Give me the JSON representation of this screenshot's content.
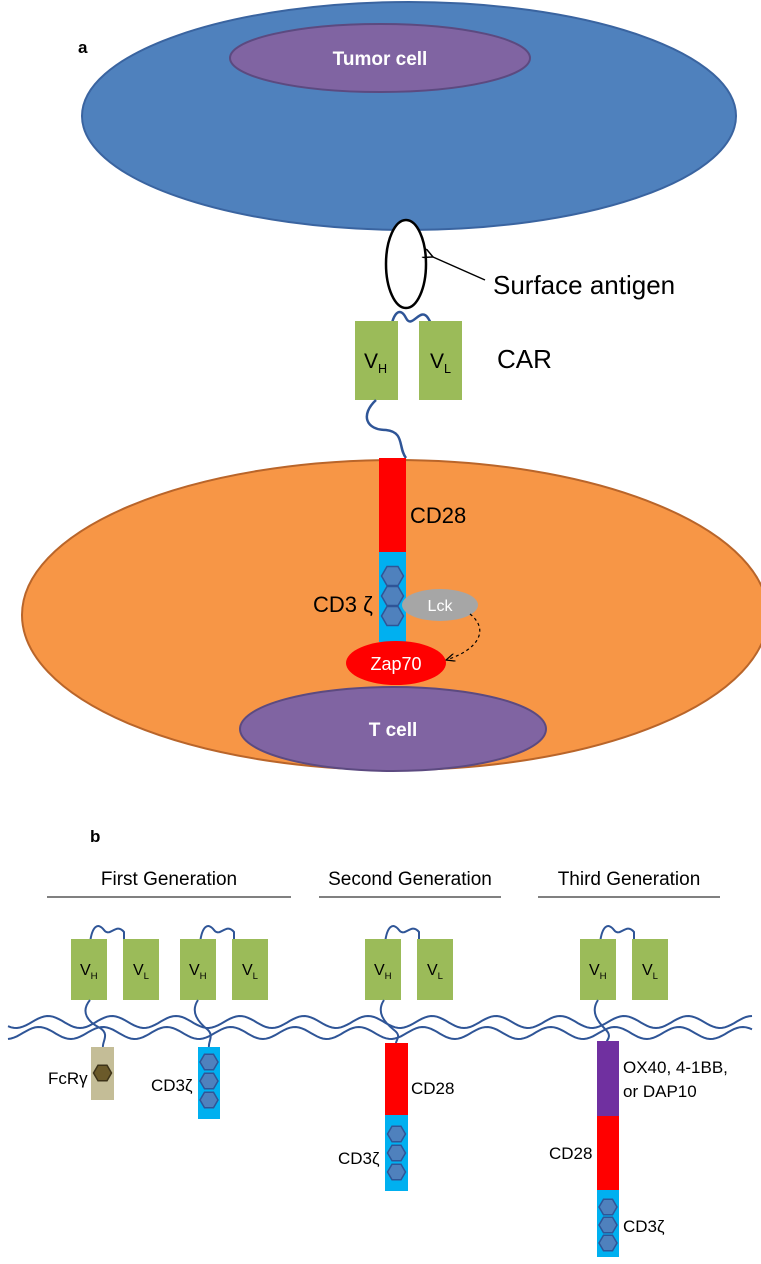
{
  "panels": {
    "a": "a",
    "b": "b"
  },
  "panel_a": {
    "tumor_cell": "Tumor cell",
    "surface_antigen": "Surface antigen",
    "car": "CAR",
    "vh": {
      "main": "V",
      "sub": "H"
    },
    "vl": {
      "main": "V",
      "sub": "L"
    },
    "cd28": "CD28",
    "cd3z": "CD3 ζ",
    "lck": "Lck",
    "zap70": "Zap70",
    "t_cell": "T cell"
  },
  "panel_b": {
    "generations": {
      "first": "First Generation",
      "second": "Second Generation",
      "third": "Third Generation"
    },
    "vh": {
      "main": "V",
      "sub": "H"
    },
    "vl": {
      "main": "V",
      "sub": "L"
    },
    "fcry": "FcRγ",
    "cd3z": "CD3ζ",
    "cd28": "CD28",
    "costim": [
      "OX40, 4-1BB,",
      "or DAP10"
    ]
  },
  "colors": {
    "tumor_fill": "#4f81bd",
    "tumor_nucleus": "#8064a2",
    "tcell_fill": "#f79646",
    "tcell_stroke": "#b9652a",
    "vdomain": "#9bbb59",
    "cd28": "#ff0000",
    "cd3z": "#00b0f0",
    "itam": "#4f81bd",
    "lck": "#a6a6a6",
    "zap70": "#ff0000",
    "fcry": "#c4bd97",
    "costim": "#7030a0",
    "linker": "#2f5597"
  }
}
